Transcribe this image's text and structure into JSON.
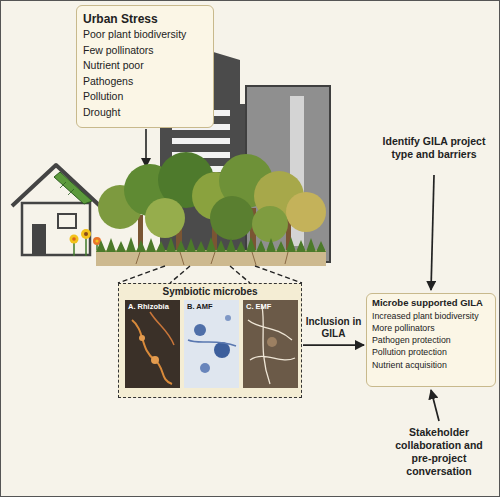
{
  "diagram": {
    "nodes": [
      {
        "text": [
          "Urban Stress",
          "Poor plant biodiversity",
          "Few pollinators",
          "Nutrient poor",
          "Pathogens",
          "Pollution",
          "Drought"
        ]
      },
      {
        "text": [
          "Identify GILA project type and barriers"
        ]
      },
      {
        "text": [
          "Symbiotic microbes"
        ]
      },
      {
        "text": [
          "A. Rhizobia"
        ],
        "in": 2
      },
      {
        "text": [
          "B. AMF"
        ],
        "in": 2
      },
      {
        "text": [
          "C. EMF"
        ],
        "in": 2
      },
      {
        "text": [
          "Microbe supported GILA",
          "Increased plant biodiversity",
          "More pollinators",
          "Pathogen protection",
          "Pollution protection",
          "Nutrient acquisition"
        ]
      },
      {
        "text": [
          "Stakeholder collaboration and pre-project conversation"
        ]
      }
    ],
    "edges": [
      {
        "from": 1,
        "to": 6,
        "arrow": "to"
      },
      {
        "from": 2,
        "to": 6,
        "label": "Inclusion in GILA",
        "arrow": "to"
      },
      {
        "from": 7,
        "to": 6,
        "arrow": "to"
      }
    ]
  }
}
